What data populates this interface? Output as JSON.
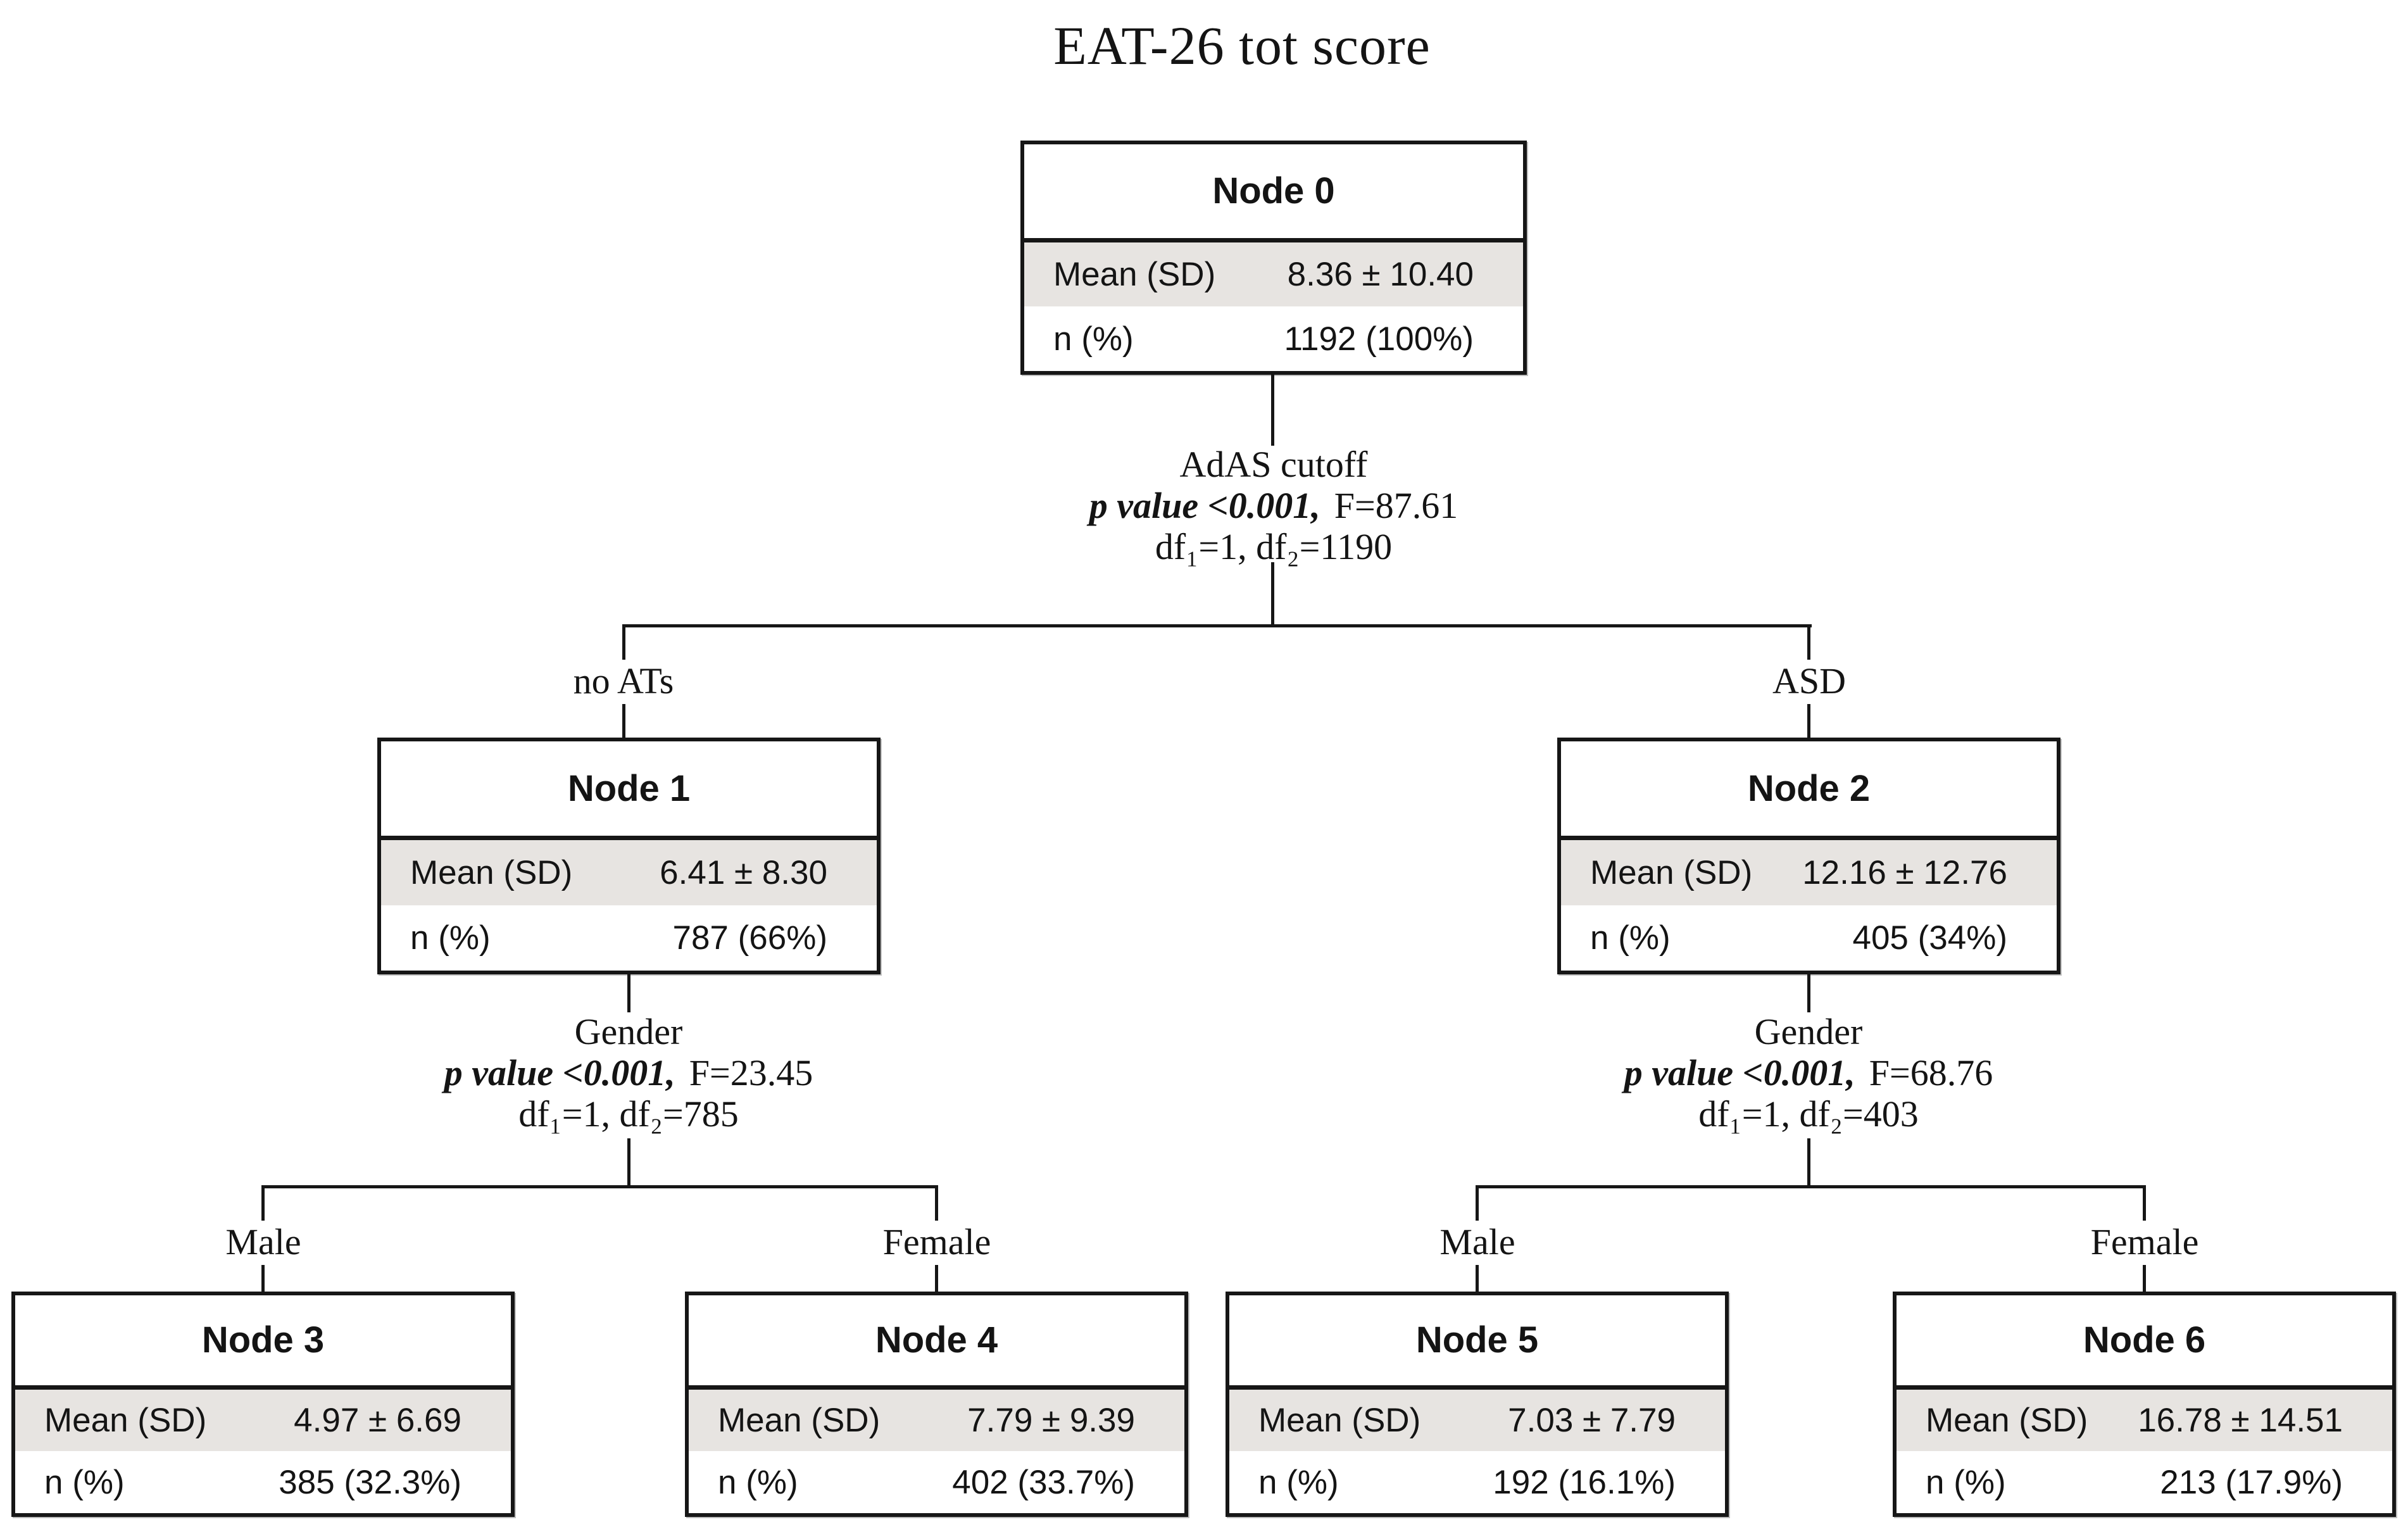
{
  "title": "EAT-26 tot score",
  "row_labels": {
    "mean": "Mean (SD)",
    "n": "n (%)"
  },
  "nodes": [
    {
      "name": "Node 0",
      "mean": "8.36 ±  10.40",
      "n": "1192 (100%)"
    },
    {
      "name": "Node 1",
      "mean": "6.41 ±  8.30",
      "n": "787 (66%)"
    },
    {
      "name": "Node 2",
      "mean": "12.16 ±  12.76",
      "n": "405 (34%)"
    },
    {
      "name": "Node 3",
      "mean": "4.97 ±  6.69",
      "n": "385 (32.3%)"
    },
    {
      "name": "Node 4",
      "mean": "7.79 ±  9.39",
      "n": "402 (33.7%)"
    },
    {
      "name": "Node 5",
      "mean": "7.03 ±  7.79",
      "n": "192 (16.1%)"
    },
    {
      "name": "Node 6",
      "mean": "16.78 ±  14.51",
      "n": "213 (17.9%)"
    }
  ],
  "splits": [
    {
      "variable": "AdAS cutoff",
      "p": "p value <0.001,",
      "f": "F=87.61",
      "df": "df₁=1, df₂=1190",
      "branches": [
        "no ATs",
        "ASD"
      ]
    },
    {
      "variable": "Gender",
      "p": "p value <0.001,",
      "f": "F=23.45",
      "df": "df₁=1, df₂=785",
      "branches": [
        "Male",
        "Female"
      ]
    },
    {
      "variable": "Gender",
      "p": "p value <0.001,",
      "f": "F=68.76",
      "df": "df₁=1, df₂=403",
      "branches": [
        "Male",
        "Female"
      ]
    }
  ],
  "colors": {
    "shade": "#e7e4e1",
    "line": "#161616"
  }
}
